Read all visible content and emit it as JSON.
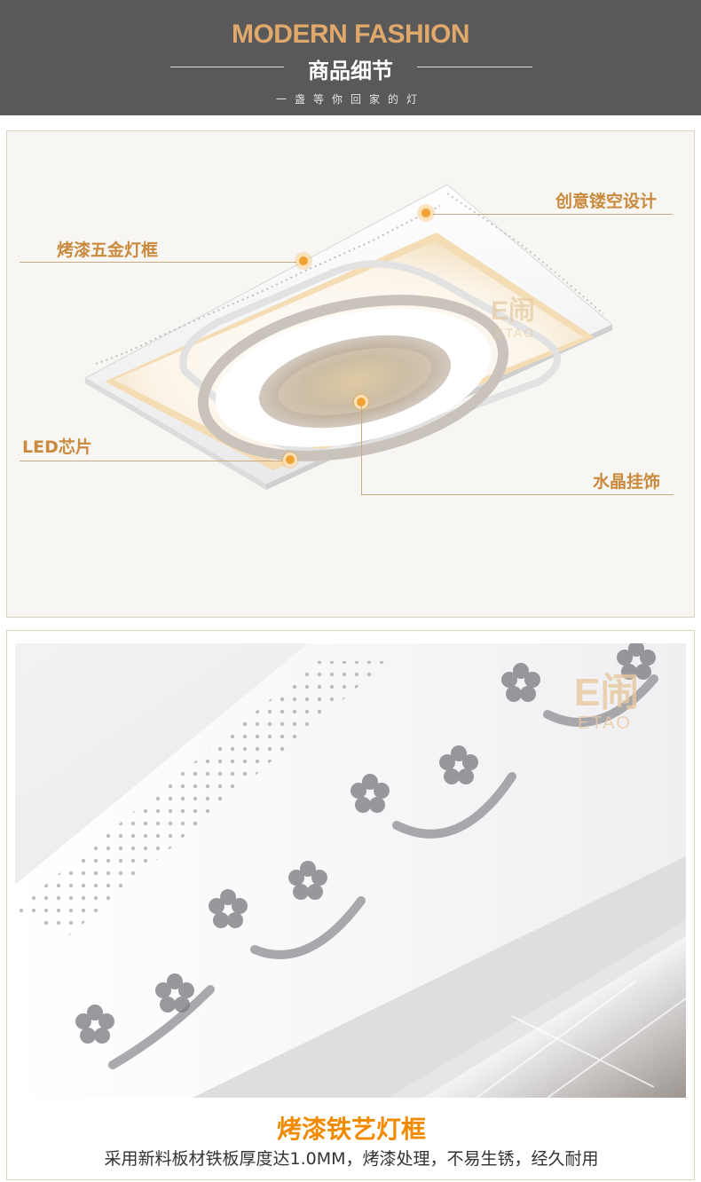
{
  "header": {
    "title": "MODERN FASHION",
    "subtitle": "商品细节",
    "tagline": "一盏等你回家的灯"
  },
  "detail_panel": {
    "watermark": "E闹",
    "watermark_sub": "ETAO",
    "callouts": [
      {
        "label": "创意镂空设计"
      },
      {
        "label": "烤漆五金灯框"
      },
      {
        "label": "LED芯片"
      },
      {
        "label": "水晶挂饰"
      }
    ]
  },
  "closeup_panel": {
    "watermark": "E闹",
    "watermark_sub": "ETAO",
    "title": "烤漆铁艺灯框",
    "description": "采用新料板材铁板厚度达1.0MM，烤漆处理，不易生锈，经久耐用"
  },
  "colors": {
    "header_bg": "#595959",
    "header_title": "#e0a86b",
    "callout_text": "#c98a3e",
    "callout_dot": "#f0a235",
    "closeup_title": "#f08a00"
  }
}
